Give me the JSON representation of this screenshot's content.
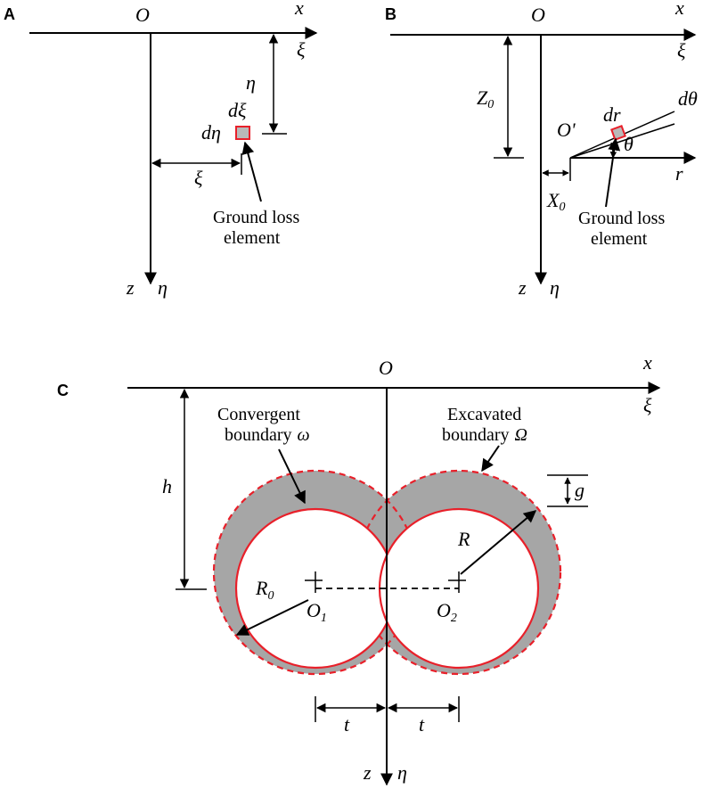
{
  "panels": {
    "a": {
      "letter": "A",
      "origin": "O",
      "x_axis": "x",
      "xi_axis": "ξ",
      "z_axis": "z",
      "eta_axis": "η",
      "eta_dim": "η",
      "xi_dim": "ξ",
      "d_xi": "dξ",
      "d_eta": "dη",
      "element_label_line1": "Ground loss",
      "element_label_line2": "element"
    },
    "b": {
      "letter": "B",
      "origin": "O",
      "x_axis": "x",
      "xi_axis": "ξ",
      "z_axis": "z",
      "eta_axis": "η",
      "z0_main": "Z",
      "z0_sub": "0",
      "x0_main": "X",
      "x0_sub": "0",
      "origin_prime": "O'",
      "dr": "dr",
      "d_theta": "dθ",
      "theta": "θ",
      "r": "r",
      "element_label_line1": "Ground loss",
      "element_label_line2": "element"
    },
    "c": {
      "letter": "C",
      "origin": "O",
      "x_axis": "x",
      "xi_axis": "ξ",
      "z_axis": "z",
      "eta_axis": "η",
      "h": "h",
      "g": "g",
      "R": "R",
      "r0_main": "R",
      "r0_sub": "0",
      "o1_main": "O",
      "o1_sub": "1",
      "o2_main": "O",
      "o2_sub": "2",
      "t_left": "t",
      "t_right": "t",
      "convergent_line1": "Convergent",
      "convergent_line2": "boundary",
      "convergent_symbol": "ω",
      "excavated_line1": "Excavated",
      "excavated_line2": "boundary",
      "excavated_symbol": "Ω"
    }
  },
  "colors": {
    "boundary_red": "#e8202a",
    "ground_loss_gray": "#a6a6a6",
    "element_fill": "#b9b9b9",
    "ink": "#000000"
  }
}
